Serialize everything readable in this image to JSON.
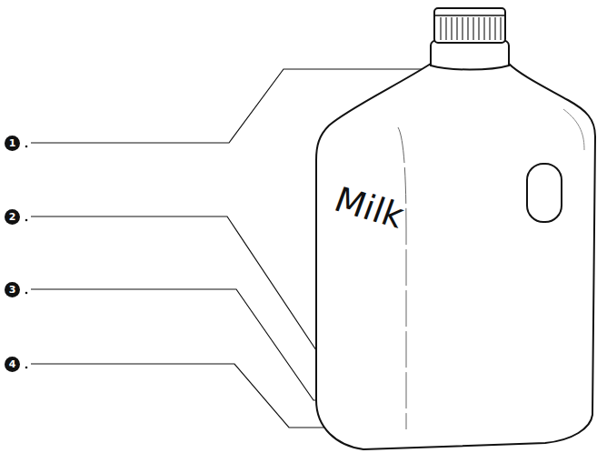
{
  "diagram": {
    "labels": [
      "1",
      "2",
      "3",
      "4",
      "Milk"
    ]
  }
}
